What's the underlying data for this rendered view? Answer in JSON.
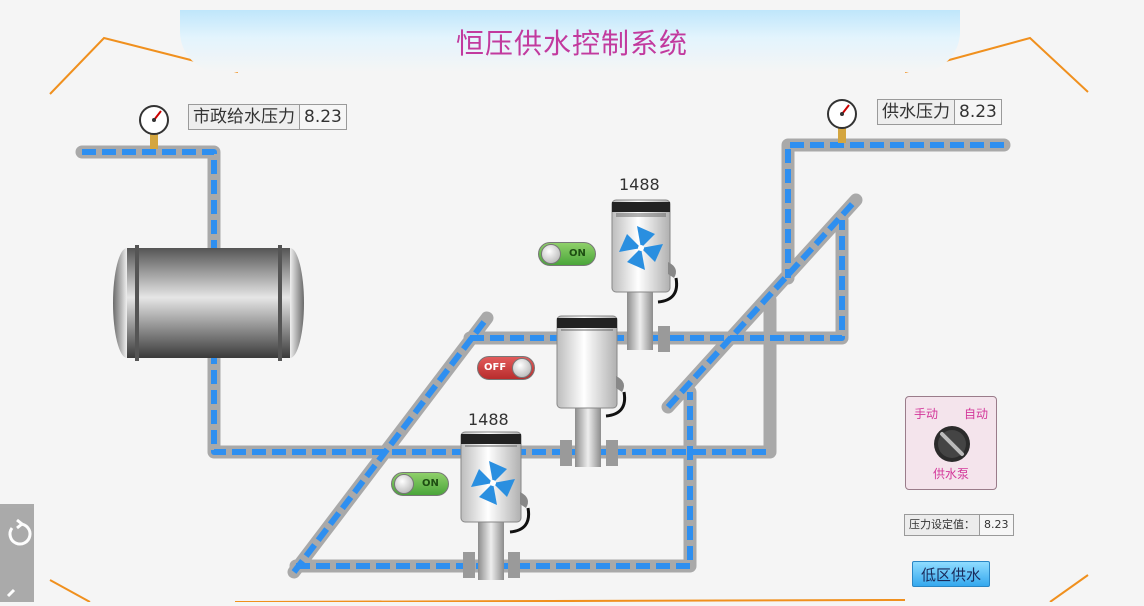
{
  "title": "恒压供水控制系统",
  "municipal": {
    "label": "市政给水压力",
    "value": "8.23"
  },
  "supply": {
    "label": "供水压力",
    "value": "8.23"
  },
  "pumps": [
    {
      "count": "1488",
      "state": "ON"
    },
    {
      "count": "",
      "state": "OFF"
    },
    {
      "count": "1488",
      "state": "ON"
    }
  ],
  "selector": {
    "manual": "手动",
    "auto": "自动",
    "pump": "供水泵"
  },
  "setpoint": {
    "label": "压力设定值：",
    "value": "8.23"
  },
  "zone_button": "低区供水",
  "colors": {
    "title": "#c23a9e",
    "pipe": "#a9a9a9",
    "water": "#2e8ff0",
    "accent": "#f0901e"
  },
  "icons": [
    "pressure-gauge-icon",
    "fan-icon",
    "refresh-icon"
  ]
}
